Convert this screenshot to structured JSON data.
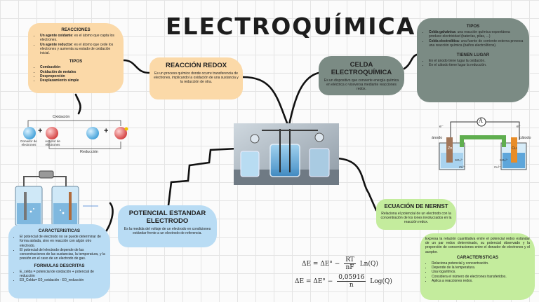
{
  "title": "ELECTROQUÍMICA",
  "reacciones": {
    "heading": "REACCIONES",
    "items": [
      {
        "bold": "Un agente oxidante",
        "text": ": es el átomo que capta los electrones."
      },
      {
        "bold": "Un agente reductor",
        "text": ": es el átomo que cede los electrones y aumenta su estado de oxidación inicial."
      }
    ],
    "tipos_heading": "TIPOS",
    "tipos": [
      "Combustión",
      "Oxidación de metales",
      "Desproporción",
      "Desplazamiento simple"
    ]
  },
  "redox": {
    "heading": "REACCIÓN REDOX",
    "text": "Es un proceso químico donde ocurre transferencia de electrones, implicando la oxidación de una sustancia y la reducción de otra."
  },
  "celda": {
    "heading": "CELDA ELECTROQUÍMICA",
    "text": "Es un dispositivo que convierte energía química en eléctrica o viceversa mediante reacciones redox."
  },
  "celda_tipos": {
    "heading": "TIPOS",
    "items": [
      {
        "bold": "Celda galvánica",
        "text": ": una reacción química espontánea produce electricidad (baterías, pilas, ...)"
      },
      {
        "bold": "Celda electrolítica",
        "text": ": una fuente de corriente externa provoca una reacción química (baños electrolíticos)."
      }
    ],
    "lugar_heading": "TIENEN LUGAR",
    "lugar": [
      "En el ánodo tiene lugar la oxidación.",
      "En el cátodo tiene lugar la reducción."
    ]
  },
  "potencial": {
    "heading": "POTENCIAL ESTANDAR ELECTRODO",
    "text": "Es la medida del voltaje de un electrodo en condiciones estándar frente a un electrodo de referencia."
  },
  "caracteristicas": {
    "heading": "CARACTERISTICAS",
    "items": [
      "El potencial de electrodo no se puede determinar de forma aislada, sino en reacción con algún otro electrodo.",
      "El potencial del electrodo depende de las concentraciones de las sustancias, la temperatura, y la presión en el caso de un electrodo de gas."
    ],
    "formulas_heading": "FORMULAS DESCRITAS",
    "formulas": [
      "E_celda = potencial de oxidación + potencial de reducción",
      "E0_Celda= E0_oxidación - E0_reducción"
    ]
  },
  "nernst": {
    "heading": "ECUACIÓN DE NERNST",
    "text": "Relaciona el potencial de un electrodo con la concentración de los iones involucrados en la reacción redox."
  },
  "nernst_info": {
    "text": "Expresa la relación cuantitativa entre el potencial redox estándar de un par redox determinado, su potencial observado y la proporción de concentraciones entre el donador de electrones y el aceptor.",
    "heading": "CARACTERISTICAS",
    "items": [
      "Relaciona potencial y concentración.",
      "Depende de la temperatura.",
      "Usa logaritmos.",
      "Considera el número de electrones transferidos.",
      "Aplica a reacciones redox."
    ]
  },
  "equations": {
    "eq1_lhs": "ΔE = ΔE° −",
    "eq1_num": "RT",
    "eq1_den": "nF",
    "eq1_tail": "Ln(Q)",
    "eq2_lhs": "ΔE = ΔE° −",
    "eq2_num": "0,05916",
    "eq2_den": "n",
    "eq2_tail": "Log(Q)"
  },
  "redox_diagram": {
    "top_label": "Oxidación",
    "bottom_label": "Reducción",
    "donor": "Donador de electrones",
    "acceptor": "Aceptor de electrones",
    "plus": "+"
  },
  "cell_diagram": {
    "anode": "ánodo",
    "cathode": "cátodo",
    "meter": "A",
    "e_minus": "e⁻",
    "zn": "Zn",
    "cu": "Cu",
    "so4": "SO₄²⁻",
    "zn_ion": "Zn²⁺",
    "cu_ion": "Cu²⁺"
  },
  "colors": {
    "orange": "#fbd9a8",
    "gray": "#7b8b84",
    "blue": "#b9dcf4",
    "green": "#c4ec9d"
  }
}
